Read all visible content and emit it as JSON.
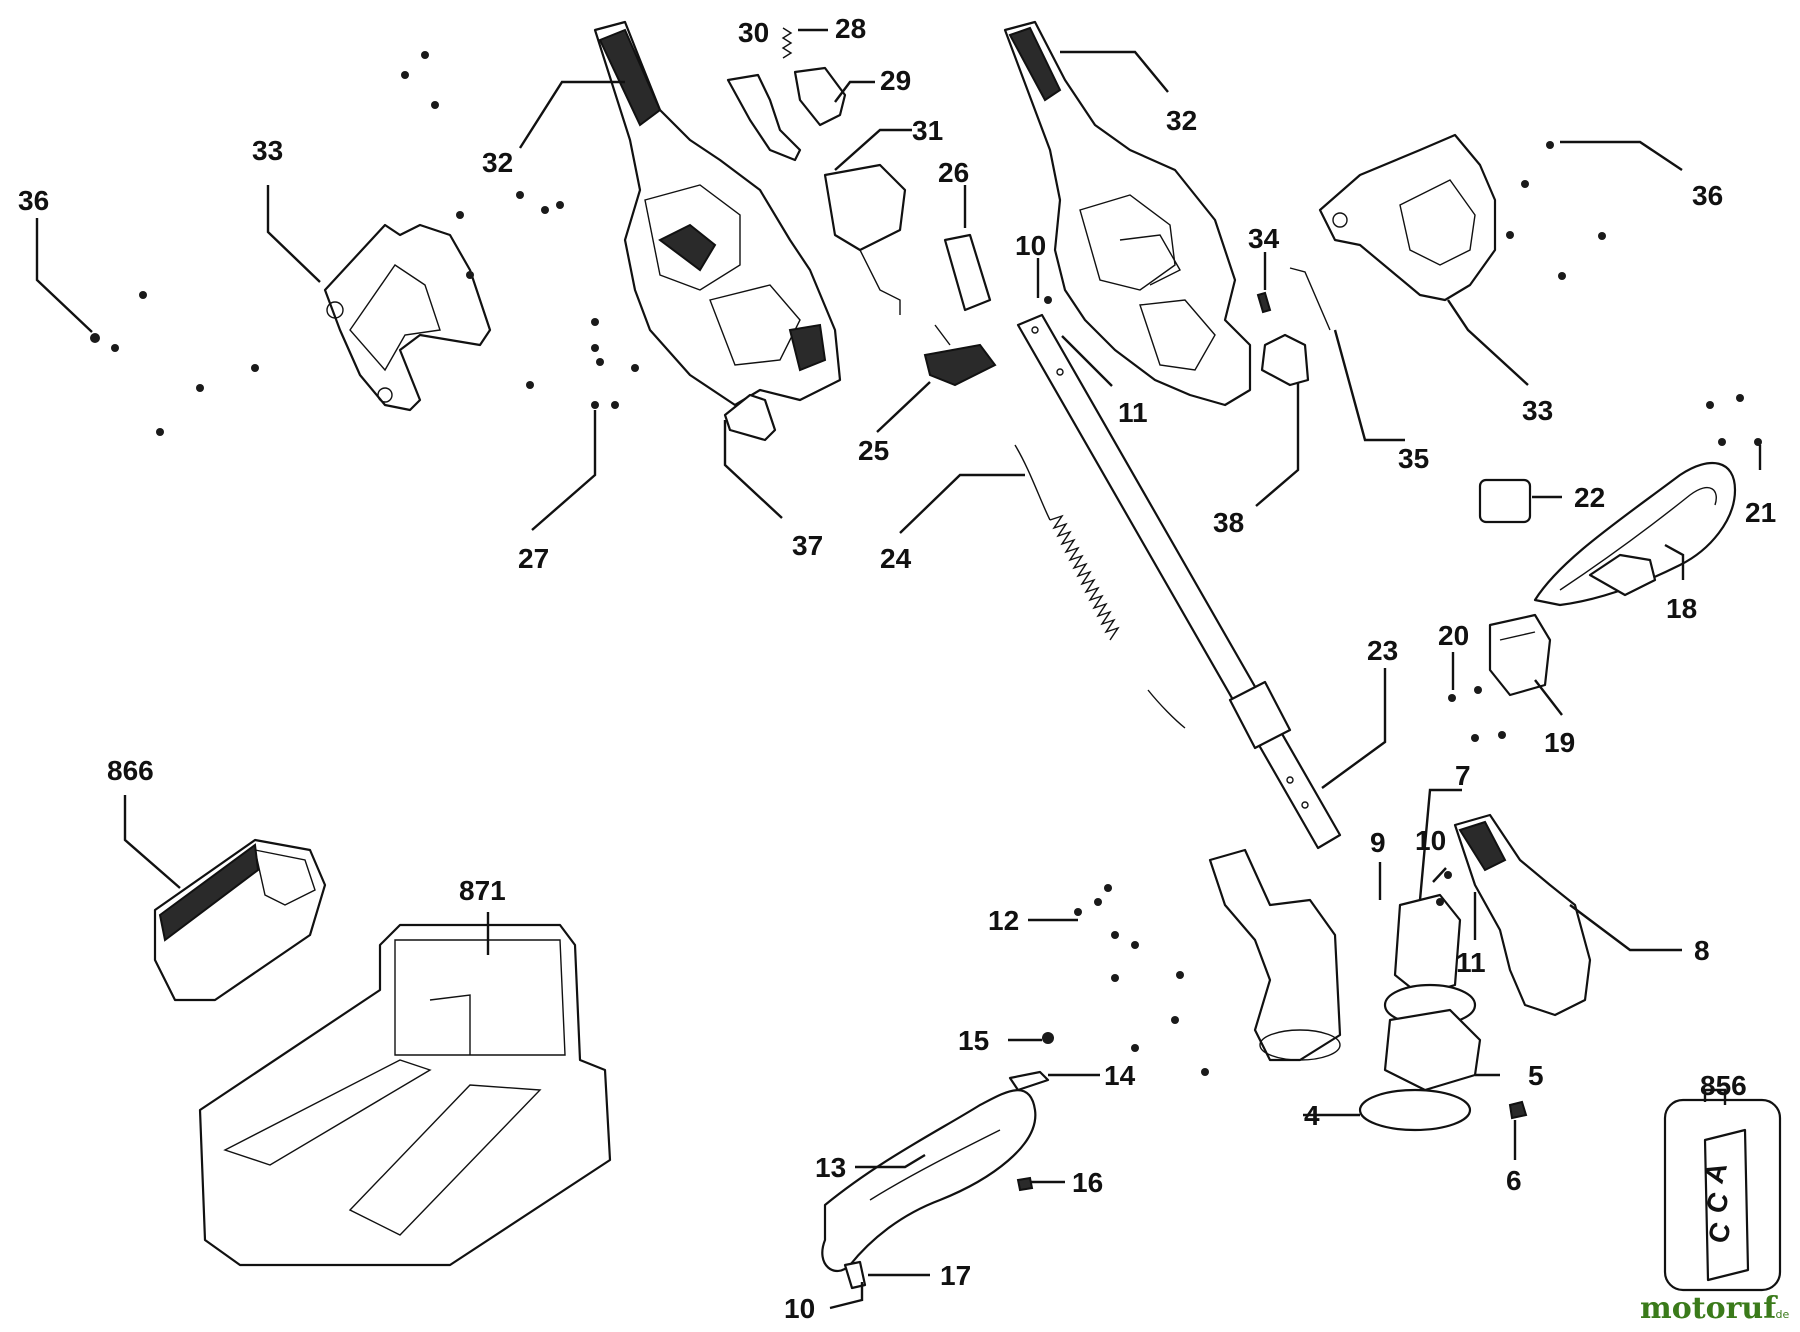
{
  "labels": {
    "p36a": "36",
    "p33a": "33",
    "p32a": "32",
    "p30": "30",
    "p28": "28",
    "p29": "29",
    "p31": "31",
    "p26": "26",
    "p25": "25",
    "p27": "27",
    "p37": "37",
    "p24": "24",
    "p32b": "32",
    "p10a": "10",
    "p11a": "11",
    "p34": "34",
    "p35": "35",
    "p38": "38",
    "p33b": "33",
    "p36b": "36",
    "p22": "22",
    "p21": "21",
    "p18": "18",
    "p20": "20",
    "p19": "19",
    "p23": "23",
    "p7": "7",
    "p866": "866",
    "p871": "871",
    "p9": "9",
    "p10b": "10",
    "p11b": "11",
    "p8": "8",
    "p12": "12",
    "p15": "15",
    "p14": "14",
    "p5": "5",
    "p4": "4",
    "p6": "6",
    "p856": "856",
    "p13": "13",
    "p16": "16",
    "p17": "17",
    "p10c": "10"
  },
  "accessory_letters": [
    "A",
    "C",
    "C"
  ],
  "watermark": {
    "main": "motoruf",
    "suffix": ".de"
  }
}
